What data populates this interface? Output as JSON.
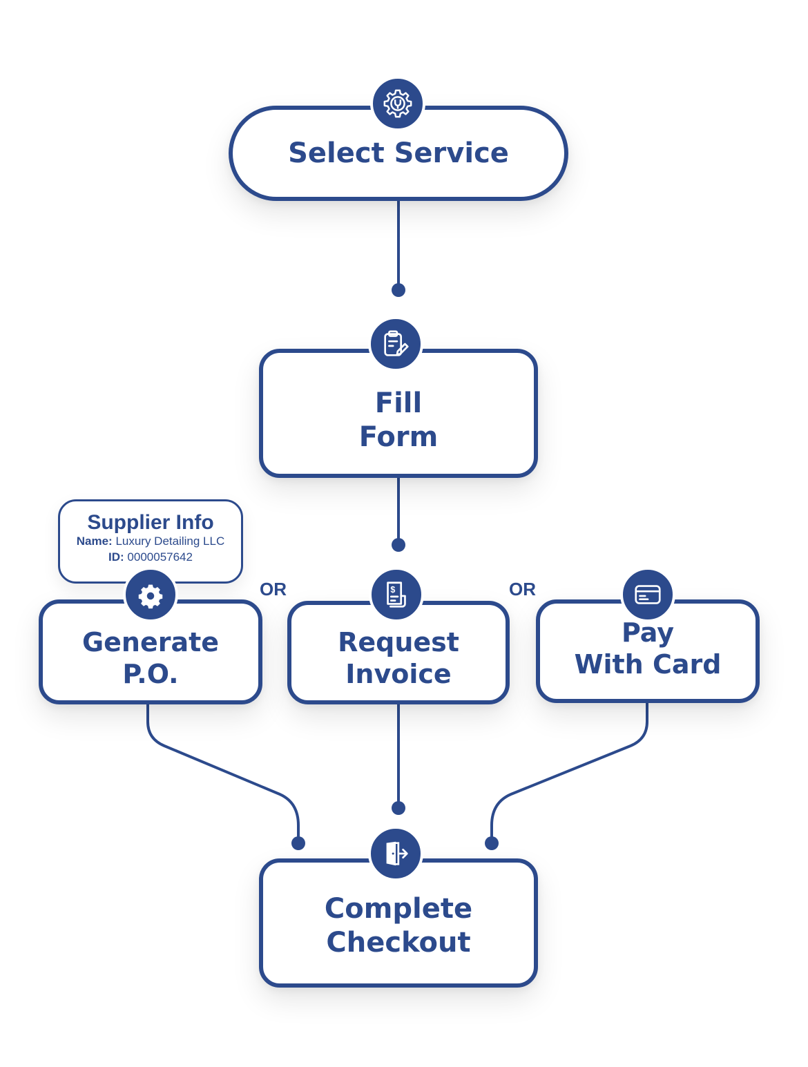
{
  "theme": {
    "primary": "#2c4a8c",
    "background": "#ffffff"
  },
  "steps": {
    "select_service": {
      "label": "Select Service",
      "icon": "gear-wrench-icon"
    },
    "fill_form": {
      "line1": "Fill",
      "line2": "Form",
      "icon": "clipboard-pencil-icon"
    },
    "generate_po": {
      "line1": "Generate",
      "line2": "P.O.",
      "icon": "gear-icon"
    },
    "request_invoice": {
      "line1": "Request",
      "line2": "Invoice",
      "icon": "invoice-dollar-icon"
    },
    "pay_card": {
      "line1": "Pay",
      "line2": "With Card",
      "icon": "credit-card-icon"
    },
    "complete_checkout": {
      "line1": "Complete",
      "line2": "Checkout",
      "icon": "door-exit-icon"
    }
  },
  "or_labels": [
    "OR",
    "OR"
  ],
  "supplier_info": {
    "title": "Supplier Info",
    "name_label": "Name:",
    "name_value": "Luxury Detailing LLC",
    "id_label": "ID:",
    "id_value": "0000057642"
  }
}
